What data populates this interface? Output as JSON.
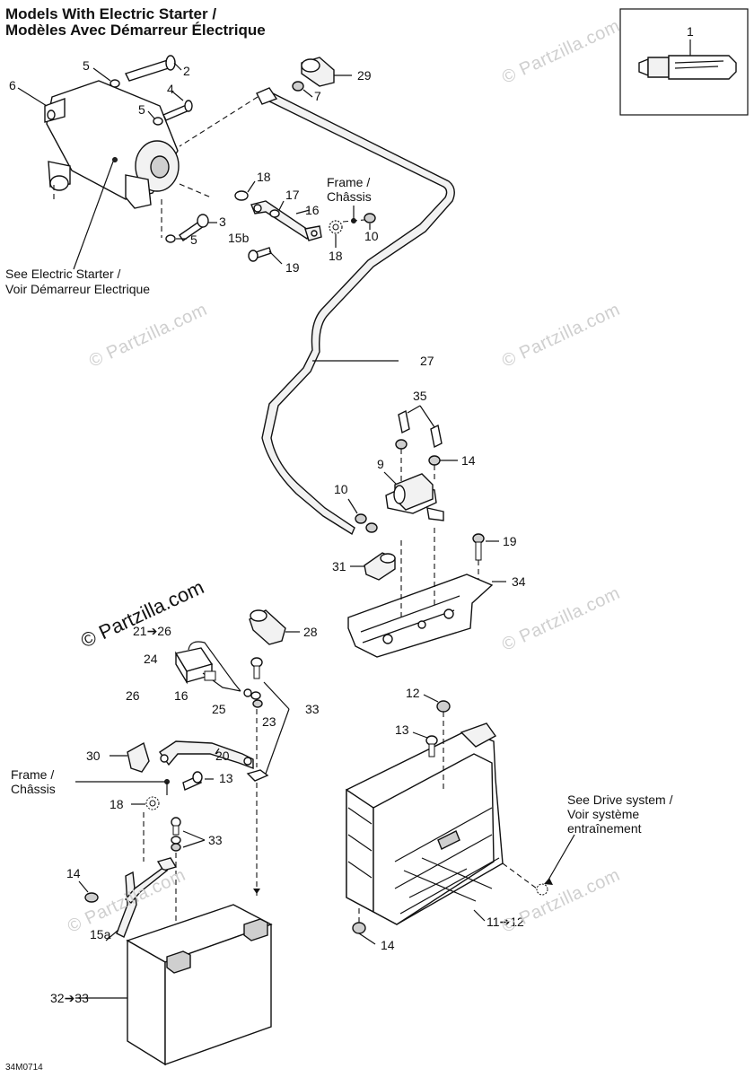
{
  "title_en": "Models With Electric Starter /",
  "title_fr": "Modèles Avec Démarreur Électrique",
  "notes": {
    "see_starter_1": "See Electric Starter /",
    "see_starter_2": "Voir Démarreur Electrique",
    "frame_top_1": "Frame /",
    "frame_top_2": "Châssis",
    "frame_bottom_1": "Frame /",
    "frame_bottom_2": "Châssis",
    "drive_1": "See Drive system /",
    "drive_2": "Voir système",
    "drive_3": "entraînement"
  },
  "callouts": {
    "c1": "1",
    "c2": "2",
    "c3": "3",
    "c4": "4",
    "c5a": "5",
    "c5b": "5",
    "c5c": "5",
    "c6": "6",
    "c7": "7",
    "c9": "9",
    "c10a": "10",
    "c10b": "10",
    "c11": "11➔12",
    "c12": "12",
    "c13a": "13",
    "c13b": "13",
    "c14a": "14",
    "c14b": "14",
    "c14c": "14",
    "c15a": "15a",
    "c15b": "15b",
    "c16": "16",
    "c17": "17",
    "c18a": "18",
    "c18b": "18",
    "c18c": "18",
    "c19a": "19",
    "c19b": "19",
    "c20": "20",
    "c21": "21➔26",
    "c23": "23",
    "c24": "24",
    "c25": "25",
    "c26": "26",
    "c27": "27",
    "c28": "28",
    "c29": "29",
    "c30": "30",
    "c31": "31",
    "c32": "32➔33",
    "c33a": "33",
    "c33b": "33",
    "c34": "34",
    "c35": "35",
    "c16b": "16"
  },
  "watermark": "© Partzilla.com",
  "drawing_code": "34M0714"
}
